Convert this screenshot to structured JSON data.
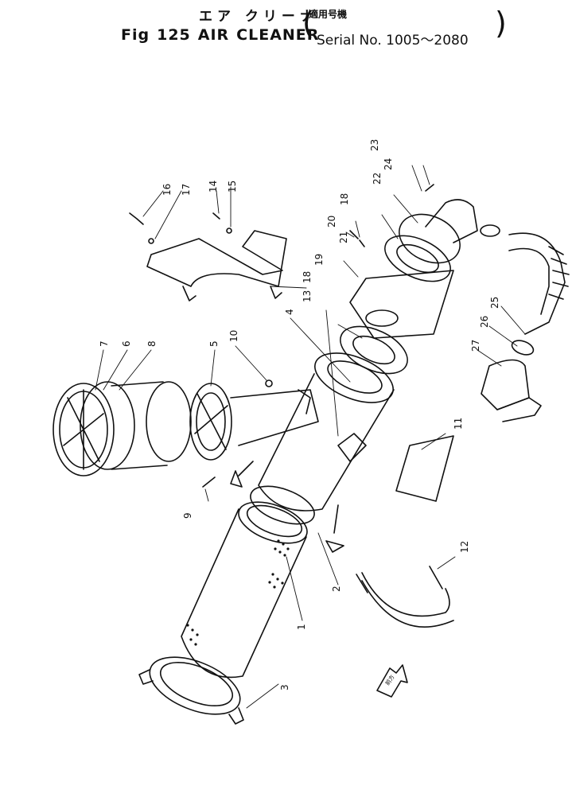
{
  "header": {
    "title_jp": "エア クリーナ",
    "serial_jp": "適用号機",
    "fig_label": "Fig",
    "fig_number": "125",
    "title_en_1": "AIR",
    "title_en_2": "CLEANER",
    "serial_en": "Serial No. 1005～2080"
  },
  "arrow_label": "前方",
  "callouts": [
    "1",
    "2",
    "3",
    "4",
    "5",
    "6",
    "7",
    "8",
    "9",
    "10",
    "11",
    "12",
    "13",
    "14",
    "15",
    "16",
    "17",
    "18",
    "18",
    "19",
    "20",
    "21",
    "22",
    "23",
    "24",
    "25",
    "26",
    "27"
  ]
}
